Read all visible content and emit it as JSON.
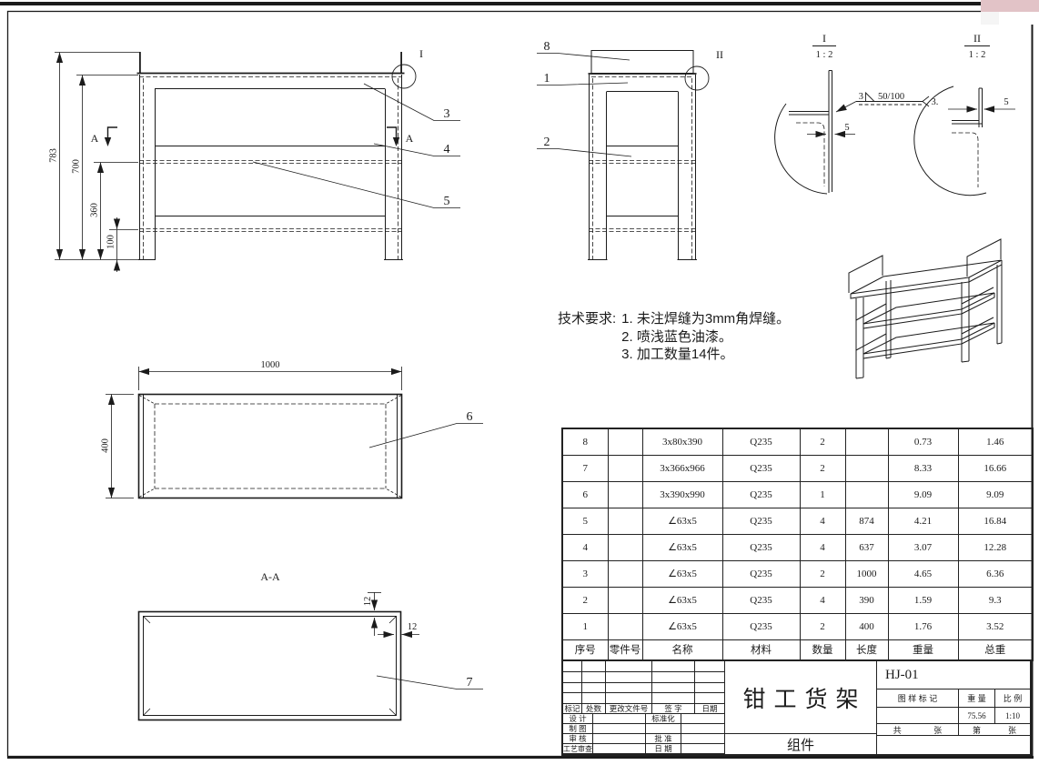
{
  "page": {
    "ink_color": "#1b1b1b",
    "corner_accent_color": "#e2c3c7",
    "corner_panel_color": "#f5f5f5"
  },
  "views": {
    "front": {
      "dim_total_height": "783",
      "dim_table_height": "700",
      "dim_mid_shelf": "360",
      "dim_bottom_shelf": "100",
      "section_letter_left": "A",
      "section_letter_right": "A",
      "detail_marker": "I",
      "balloon_top_frame": "3",
      "balloon_mid_frame": "4",
      "balloon_mid_shelf": "5"
    },
    "side": {
      "balloon_back_rail": "8",
      "balloon_top_frame": "1",
      "balloon_shelf": "2",
      "detail_marker": "II"
    },
    "detail_i": {
      "title": "I",
      "scale": "1 : 2",
      "weld_size": "3",
      "weld_ratio": "50/100",
      "weld_tail_note": "3.",
      "dim_thickness": "5"
    },
    "detail_ii": {
      "title": "II",
      "scale": "1 : 2",
      "dim_thickness": "5"
    },
    "top": {
      "dim_width": "1000",
      "dim_depth": "400",
      "balloon_top_plate": "6"
    },
    "section_aa": {
      "title": "A-A",
      "dim_offset_vertical": "12",
      "dim_offset_horizontal": "12",
      "balloon_shelf_plate": "7"
    }
  },
  "tech_requirements": {
    "label": "技术要求:",
    "items": [
      "1. 未注焊缝为3mm角焊缝。",
      "2. 喷浅蓝色油漆。",
      "3. 加工数量14件。"
    ]
  },
  "parts_table": {
    "headers": [
      "序号",
      "零件号",
      "名称",
      "材料",
      "数量",
      "长度",
      "重量",
      "总重"
    ],
    "rows": [
      [
        "8",
        "",
        "3x80x390",
        "Q235",
        "2",
        "",
        "0.73",
        "1.46"
      ],
      [
        "7",
        "",
        "3x366x966",
        "Q235",
        "2",
        "",
        "8.33",
        "16.66"
      ],
      [
        "6",
        "",
        "3x390x990",
        "Q235",
        "1",
        "",
        "9.09",
        "9.09"
      ],
      [
        "5",
        "",
        "∠63x5",
        "Q235",
        "4",
        "874",
        "4.21",
        "16.84"
      ],
      [
        "4",
        "",
        "∠63x5",
        "Q235",
        "4",
        "637",
        "3.07",
        "12.28"
      ],
      [
        "3",
        "",
        "∠63x5",
        "Q235",
        "2",
        "1000",
        "4.65",
        "6.36"
      ],
      [
        "2",
        "",
        "∠63x5",
        "Q235",
        "4",
        "390",
        "1.59",
        "9.3"
      ],
      [
        "1",
        "",
        "∠63x5",
        "Q235",
        "2",
        "400",
        "1.76",
        "3.52"
      ]
    ]
  },
  "title_block": {
    "title": "钳工货架",
    "subtitle": "组件",
    "drawing_no": "HJ-01",
    "revision_headers": [
      "标记",
      "处数",
      "更改文件号",
      "签 字",
      "日期"
    ],
    "roles": {
      "design": "设 计",
      "draft": "制 图",
      "check": "审 核",
      "process_check": "工艺审查",
      "standardize": "标准化",
      "approve": "批 准",
      "date": "日 期"
    },
    "stamp": {
      "mark_header": "图 样 标 记",
      "weight_header": "重 量",
      "scale_header": "比 例",
      "weight_value": "75.56",
      "scale_value": "1:10"
    },
    "sheet": {
      "total_prefix": "共",
      "total_unit": "张",
      "page_prefix": "第",
      "page_unit": "张"
    }
  }
}
